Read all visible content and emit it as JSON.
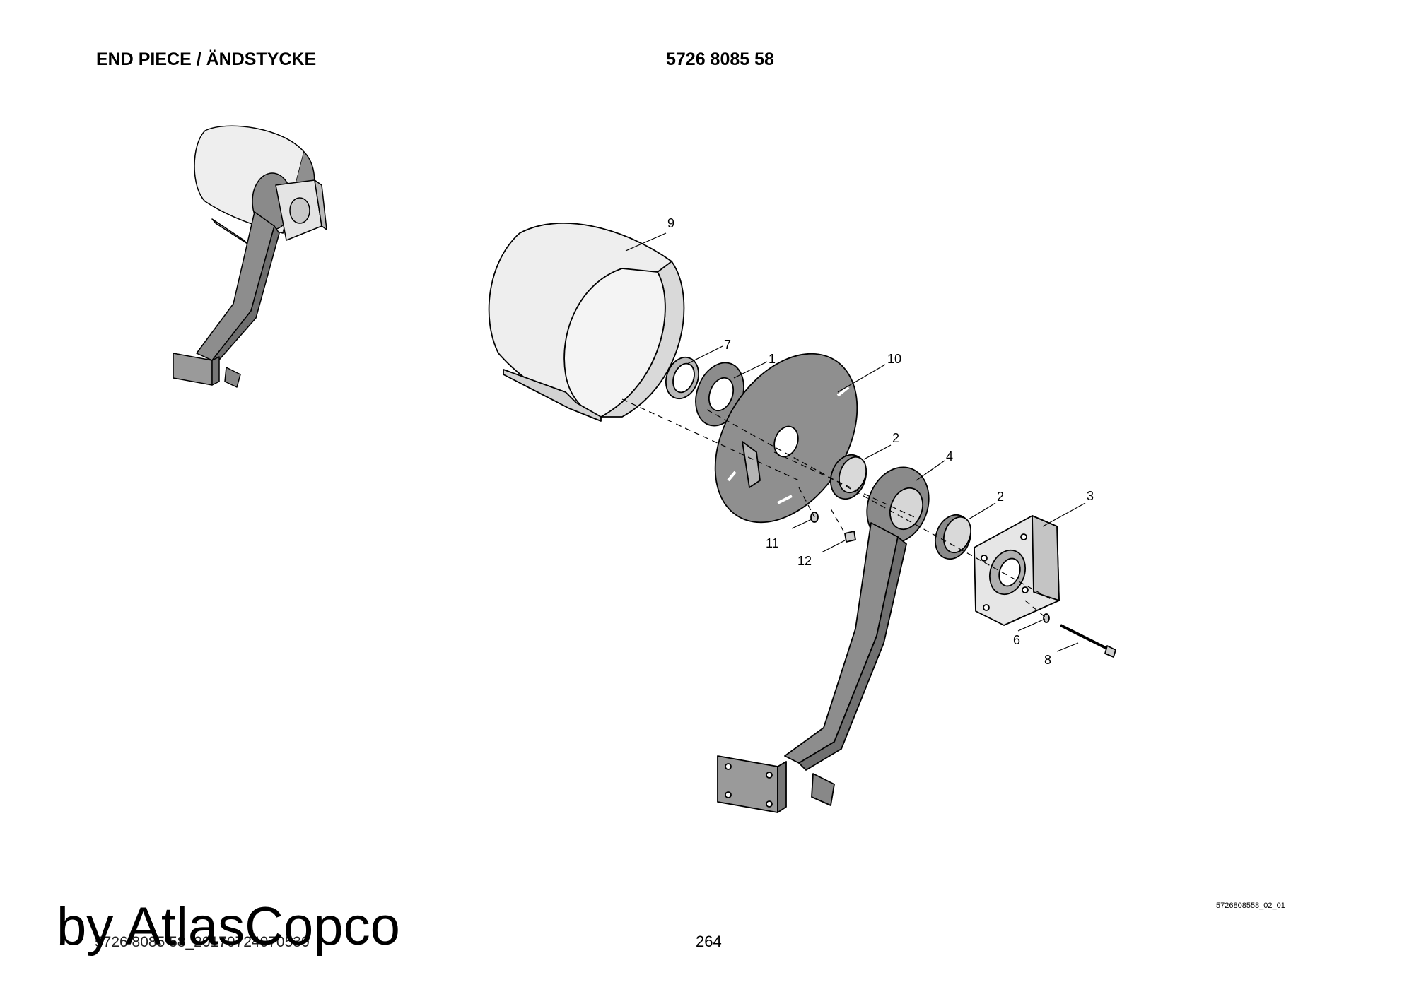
{
  "header": {
    "title": "END PIECE / ÄNDSTYCKE",
    "part_number": "5726 8085 58"
  },
  "drawing": {
    "drawing_ref": "5726808558_02_01",
    "callouts": [
      "9",
      "7",
      "1",
      "10",
      "2",
      "4",
      "2",
      "3",
      "11",
      "12",
      "6",
      "8"
    ]
  },
  "footer": {
    "reference": "5726 8085 58_20170724070530",
    "page_number": "264",
    "watermark": "by AtlasCopco"
  },
  "colors": {
    "line": "#000000",
    "part_fill_light": "#e6e6e6",
    "part_fill_dark": "#8a8a8a",
    "part_fill_mid": "#b0b0b0"
  }
}
